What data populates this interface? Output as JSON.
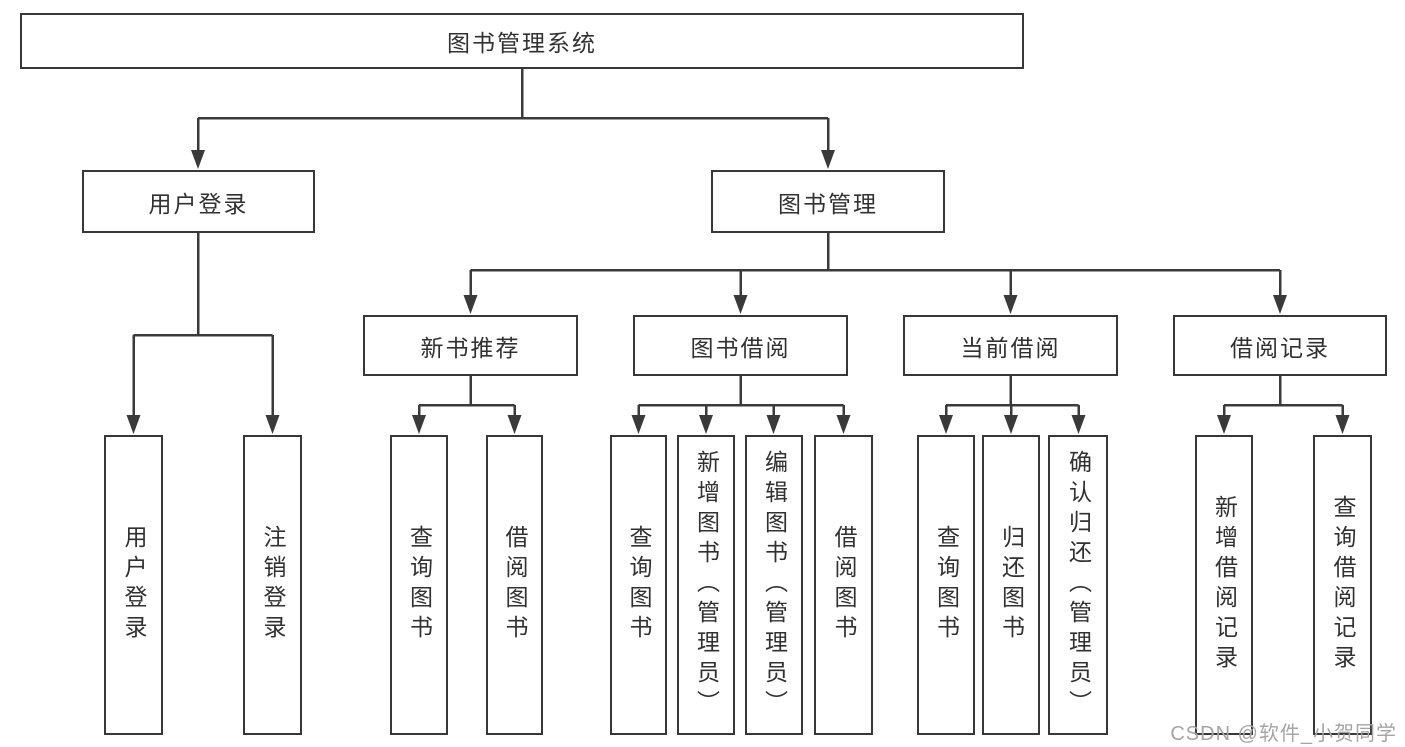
{
  "diagram": {
    "root": {
      "label": "图书管理系统",
      "children": [
        {
          "label": "用户登录",
          "children": [
            {
              "label": "用户登录"
            },
            {
              "label": "注销登录"
            }
          ]
        },
        {
          "label": "图书管理",
          "children": [
            {
              "label": "新书推荐",
              "children": [
                {
                  "label": "查询图书"
                },
                {
                  "label": "借阅图书"
                }
              ]
            },
            {
              "label": "图书借阅",
              "children": [
                {
                  "label": "查询图书"
                },
                {
                  "label": "新增图书（管理员）"
                },
                {
                  "label": "编辑图书（管理员）"
                },
                {
                  "label": "借阅图书"
                }
              ]
            },
            {
              "label": "当前借阅",
              "children": [
                {
                  "label": "查询图书"
                },
                {
                  "label": "归还图书"
                },
                {
                  "label": "确认归还（管理员）"
                }
              ]
            },
            {
              "label": "借阅记录",
              "children": [
                {
                  "label": "新增借阅记录"
                },
                {
                  "label": "查询借阅记录"
                }
              ]
            }
          ]
        }
      ]
    },
    "watermark": "CSDN @软件_小贺同学",
    "colors": {
      "line": "#3a3a3a",
      "box_border": "#383838",
      "text": "#313131",
      "watermark": "#a5a5a5",
      "background": "#ffffff"
    }
  }
}
